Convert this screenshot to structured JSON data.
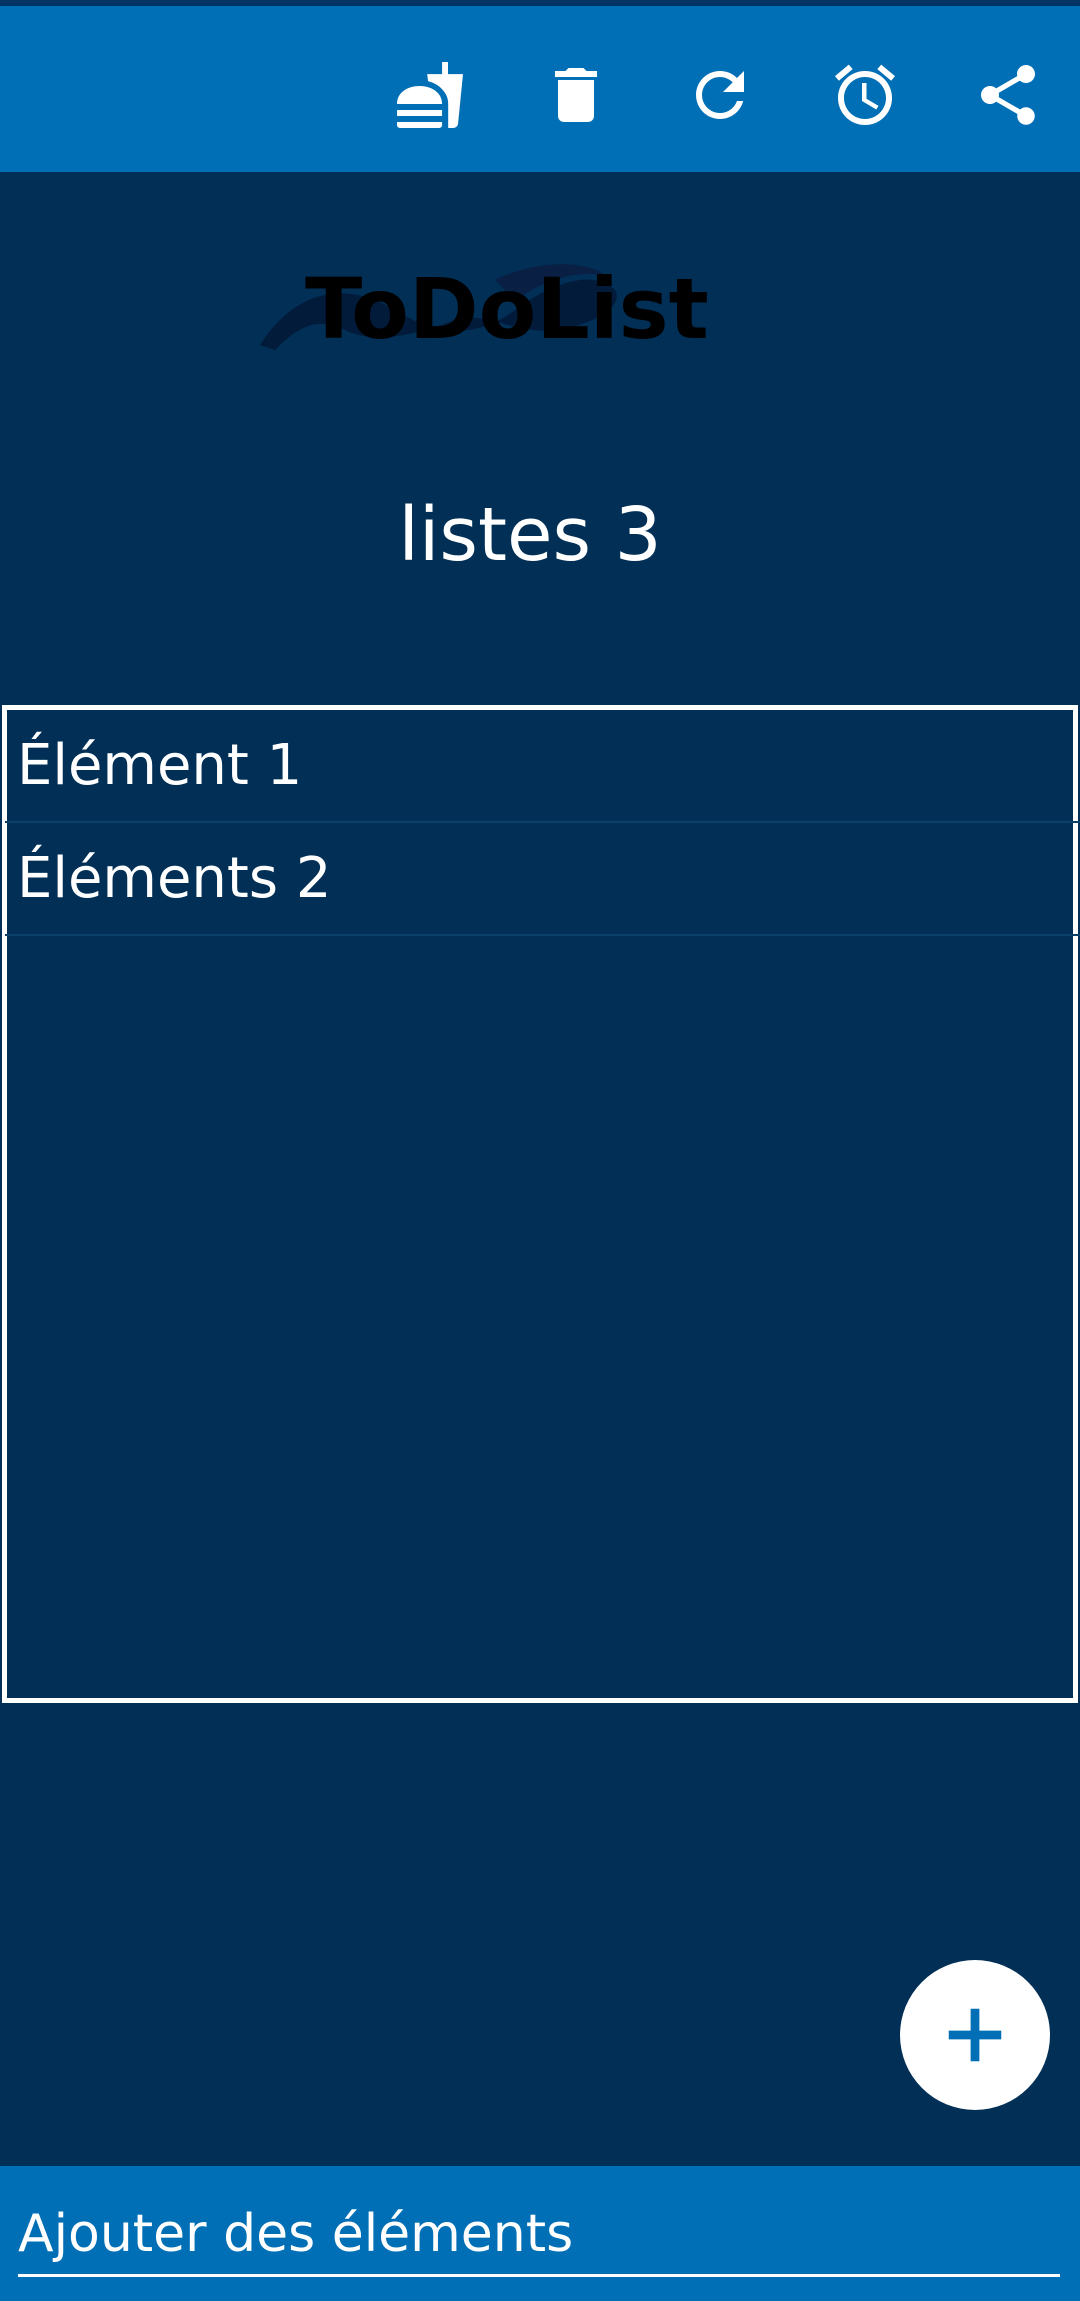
{
  "toolbar": {
    "icons": [
      "food-icon",
      "trash-icon",
      "refresh-icon",
      "alarm-icon",
      "share-icon"
    ]
  },
  "logo": {
    "text": "ToDoList"
  },
  "list": {
    "title": "listes 3",
    "items": [
      {
        "label": "Élément 1"
      },
      {
        "label": "Éléments 2"
      }
    ]
  },
  "add_bar": {
    "placeholder": "Ajouter des éléments"
  },
  "colors": {
    "primary": "#016fb5",
    "background": "#012f56",
    "divider": "#0a4168",
    "on_primary": "#ffffff"
  }
}
